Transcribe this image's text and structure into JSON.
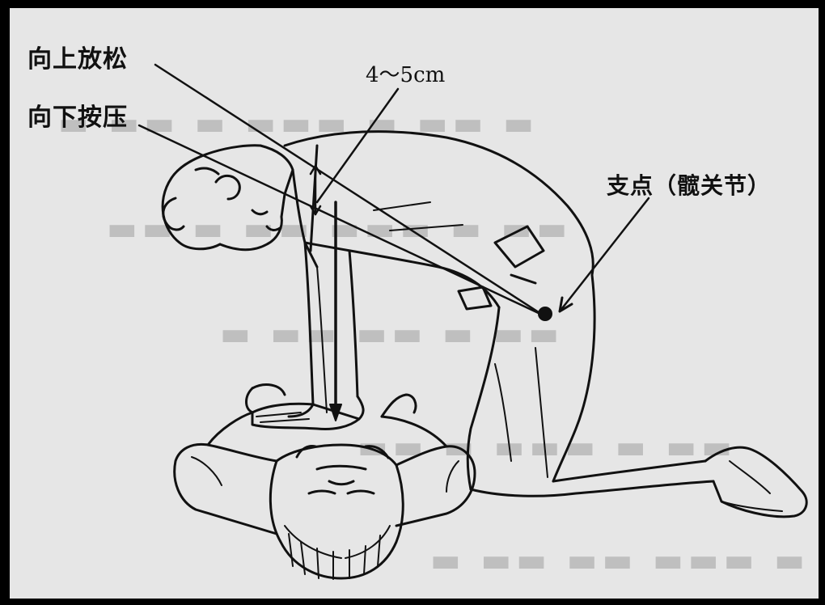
{
  "labels": {
    "relax": "向上放松",
    "press": "向下按压",
    "depth": "4～5cm",
    "pivot": "支点（髋关节）"
  },
  "colors": {
    "paper": "#e6e6e6",
    "ink": "#111111",
    "border": "#000000"
  }
}
